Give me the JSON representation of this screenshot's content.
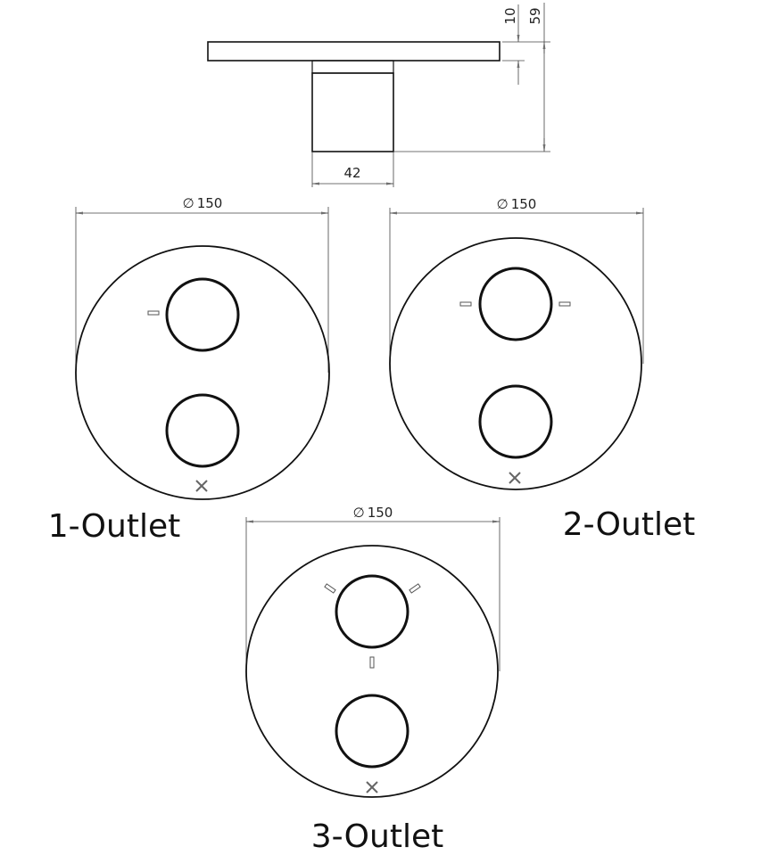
{
  "side_view": {
    "dim_width": "42",
    "dim_plate_thickness": "10",
    "dim_total_depth": "59"
  },
  "panels": [
    {
      "label": "1-Outlet",
      "diameter_symbol": "∅",
      "diameter": "150",
      "indicators": 1
    },
    {
      "label": "2-Outlet",
      "diameter_symbol": "∅",
      "diameter": "150",
      "indicators": 2
    },
    {
      "label": "3-Outlet",
      "diameter_symbol": "∅",
      "diameter": "150",
      "indicators": 3
    }
  ],
  "colors": {
    "line": "#111111",
    "dim_line": "#444444",
    "background": "#ffffff"
  }
}
